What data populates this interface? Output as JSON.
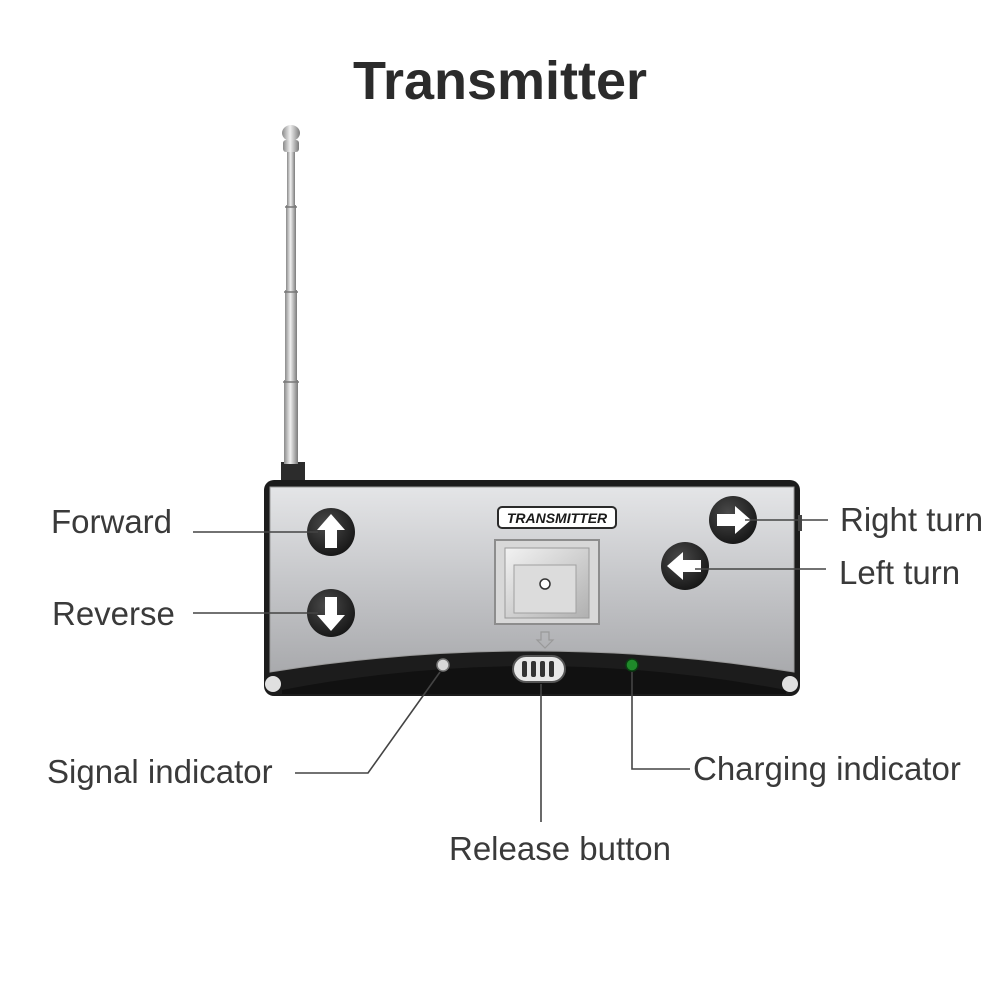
{
  "title": "Transmitter",
  "device": {
    "brand_label": "TRANSMITTER",
    "body_color": "#c8c9cb",
    "frame_color": "#1c1c1c",
    "button_color": "#2a2a2a",
    "charging_led_color": "#1f8a2a"
  },
  "callouts": {
    "forward": "Forward",
    "reverse": "Reverse",
    "right_turn": "Right turn",
    "left_turn": "Left turn",
    "signal_indicator": "Signal indicator",
    "charging_indicator": "Charging indicator",
    "release_button": "Release button"
  },
  "icons": {
    "forward": "arrow-up-icon",
    "reverse": "arrow-down-icon",
    "right_turn": "arrow-right-icon",
    "left_turn": "arrow-left-icon"
  }
}
